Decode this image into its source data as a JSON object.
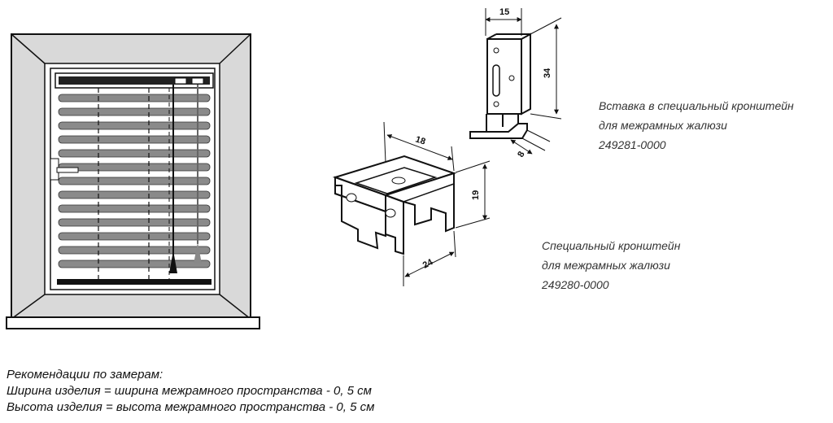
{
  "insert_bracket": {
    "dims": {
      "width": "15",
      "height": "34",
      "depth": "8"
    },
    "caption": [
      "Вставка в специальный кронштейн",
      "для межрамных жалюзи",
      "249281-0000"
    ]
  },
  "special_bracket": {
    "dims": {
      "length": "18",
      "height": "19",
      "width": "24"
    },
    "caption": [
      "Специальный кронштейн",
      "для межрамных жалюзи",
      "249280-0000"
    ]
  },
  "recommendations": {
    "title": "Рекомендации по замерам:",
    "lines": [
      "Ширина изделия = ширина  межрамного пространства - 0, 5 см",
      "Высота изделия = высота  межрамного  пространства - 0, 5 см"
    ]
  }
}
